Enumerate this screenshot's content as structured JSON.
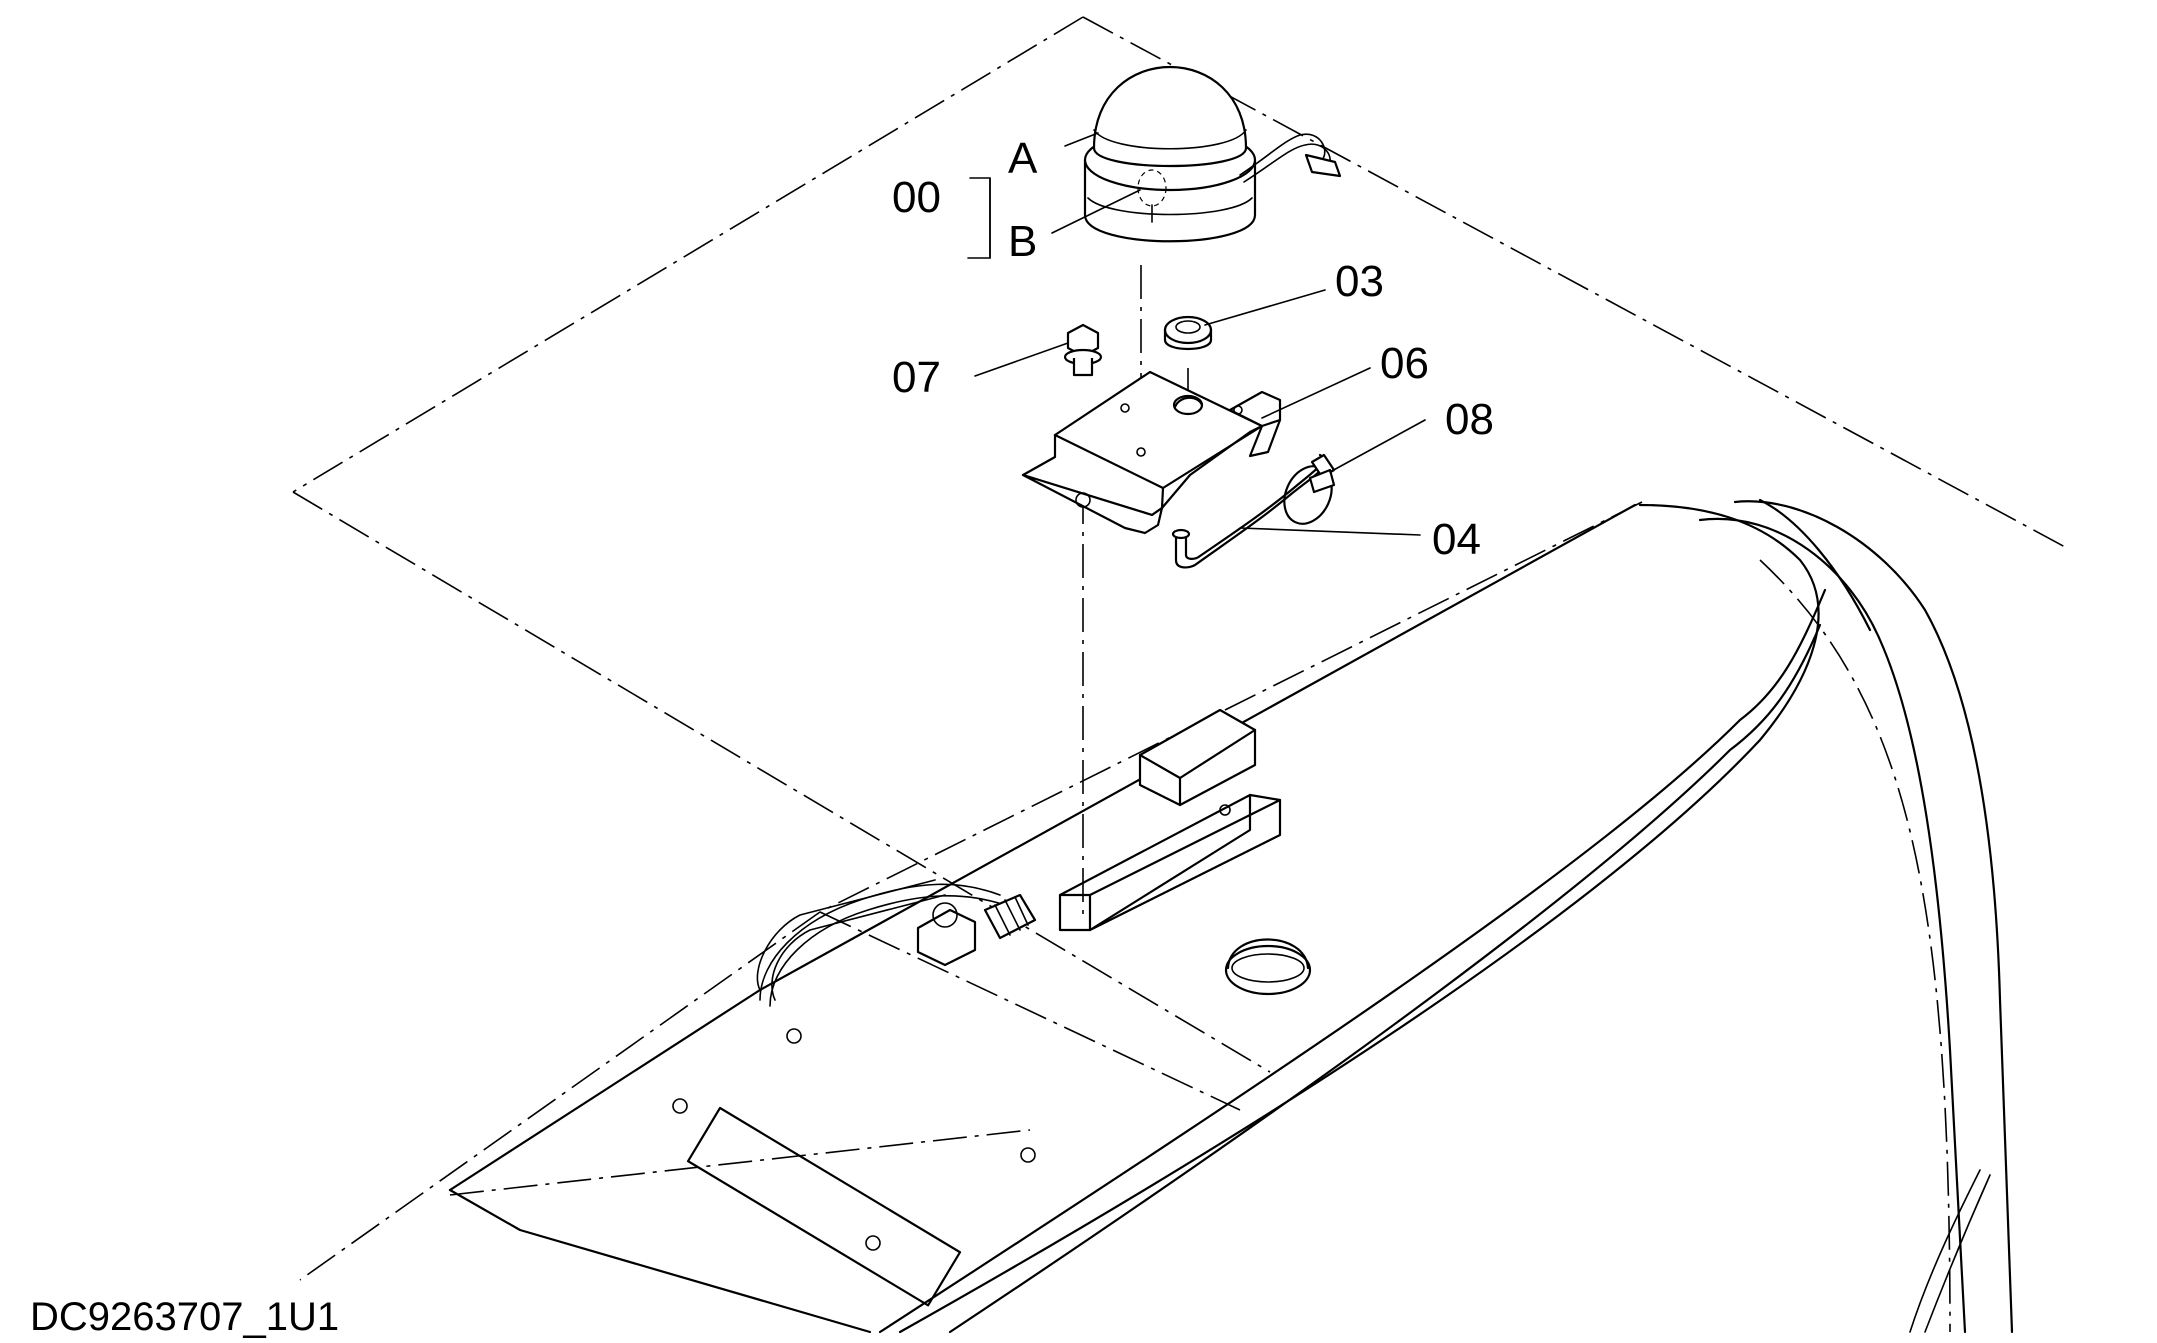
{
  "drawing_id": "DC9263707_1U1",
  "callouts": {
    "c00": "00",
    "cA": "A",
    "cB": "B",
    "c03": "03",
    "c06": "06",
    "c07": "07",
    "c08": "08",
    "c04": "04"
  }
}
